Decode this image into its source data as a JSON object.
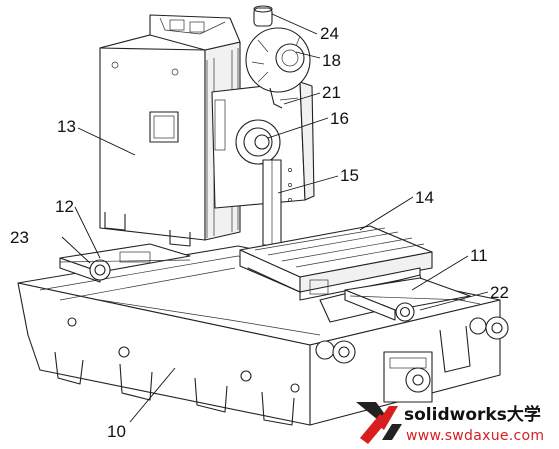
{
  "callouts": [
    {
      "id": "c24",
      "label": "24"
    },
    {
      "id": "c18",
      "label": "18"
    },
    {
      "id": "c21",
      "label": "21"
    },
    {
      "id": "c16",
      "label": "16"
    },
    {
      "id": "c13",
      "label": "13"
    },
    {
      "id": "c15",
      "label": "15"
    },
    {
      "id": "c14",
      "label": "14"
    },
    {
      "id": "c12",
      "label": "12"
    },
    {
      "id": "c23",
      "label": "23"
    },
    {
      "id": "c11",
      "label": "11"
    },
    {
      "id": "c22",
      "label": "22"
    },
    {
      "id": "c10",
      "label": "10"
    }
  ],
  "watermark": {
    "brand": "solidworks大学",
    "url": "www.swdaxue.com",
    "logo_colors": {
      "primary": "#d81e1e",
      "secondary": "#222222"
    }
  }
}
